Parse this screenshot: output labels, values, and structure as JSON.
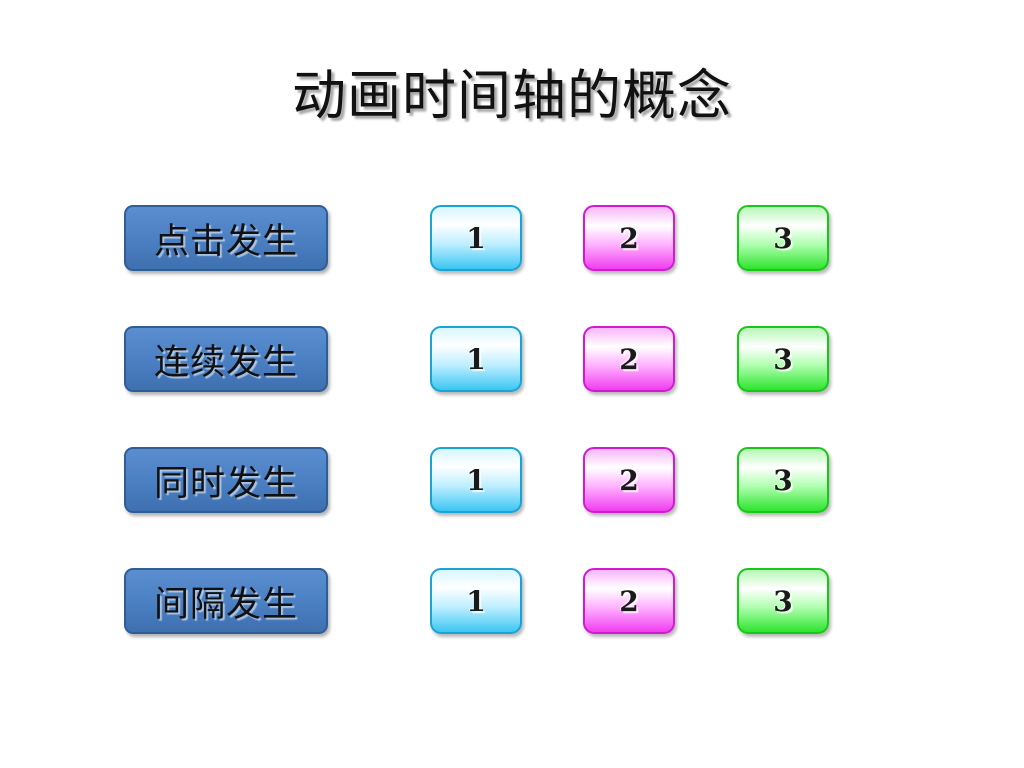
{
  "title": "动画时间轴的概念",
  "rows": [
    {
      "label": "点击发生",
      "steps": [
        "1",
        "2",
        "3"
      ]
    },
    {
      "label": "连续发生",
      "steps": [
        "1",
        "2",
        "3"
      ]
    },
    {
      "label": "同时发生",
      "steps": [
        "1",
        "2",
        "3"
      ]
    },
    {
      "label": "间隔发生",
      "steps": [
        "1",
        "2",
        "3"
      ]
    }
  ],
  "colors": {
    "label_button": "#4a7fc2",
    "step_1": "#3cc6f2",
    "step_2": "#f03ef0",
    "step_3": "#2ee42e"
  }
}
